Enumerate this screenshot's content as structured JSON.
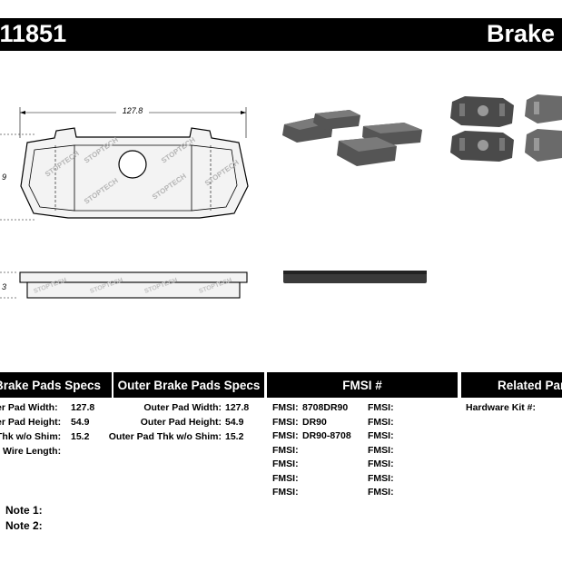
{
  "header": {
    "part_number": ".11851",
    "title": "Brake F"
  },
  "drawing": {
    "width_label": "127.8",
    "height_label_fragment": "9",
    "thickness_label_fragment": "3",
    "watermark": "STOPTECH"
  },
  "tables": {
    "inner": {
      "title": "Brake Pads Specs",
      "rows": [
        {
          "label": "er Pad Width:",
          "value": "127.8"
        },
        {
          "label": "er Pad Height:",
          "value": "54.9"
        },
        {
          "label": "Thk w/o Shim:",
          "value": "15.2"
        },
        {
          "label": "r Wire Length:",
          "value": ""
        }
      ]
    },
    "outer": {
      "title": "Outer Brake Pads Specs",
      "rows": [
        {
          "label": "Outer Pad Width:",
          "value": "127.8"
        },
        {
          "label": "Outer Pad Height:",
          "value": "54.9"
        },
        {
          "label": "Outer Pad Thk w/o Shim:",
          "value": "15.2"
        }
      ]
    },
    "fmsi": {
      "title": "FMSI #",
      "left": [
        {
          "label": "FMSI:",
          "value": "8708DR90"
        },
        {
          "label": "FMSI:",
          "value": "DR90"
        },
        {
          "label": "FMSI:",
          "value": "DR90-8708"
        },
        {
          "label": "FMSI:",
          "value": ""
        },
        {
          "label": "FMSI:",
          "value": ""
        },
        {
          "label": "FMSI:",
          "value": ""
        },
        {
          "label": "FMSI:",
          "value": ""
        }
      ],
      "right": [
        {
          "label": "FMSI:",
          "value": ""
        },
        {
          "label": "FMSI:",
          "value": ""
        },
        {
          "label": "FMSI:",
          "value": ""
        },
        {
          "label": "FMSI:",
          "value": ""
        },
        {
          "label": "FMSI:",
          "value": ""
        },
        {
          "label": "FMSI:",
          "value": ""
        },
        {
          "label": "FMSI:",
          "value": ""
        }
      ]
    },
    "related": {
      "title": "Related Par",
      "rows": [
        {
          "label": "Hardware Kit #:",
          "value": ""
        }
      ]
    }
  },
  "notes": [
    {
      "label": "Note 1:",
      "value": ""
    },
    {
      "label": "Note 2:",
      "value": ""
    }
  ],
  "colors": {
    "header_bg": "#000000",
    "pad_gray": "#5a5a5a",
    "backing_plate": "#3a3a3a"
  }
}
